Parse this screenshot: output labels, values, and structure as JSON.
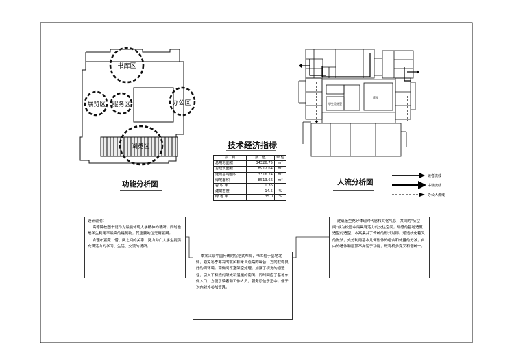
{
  "diagram": {
    "function_plan": {
      "title": "功能分析图",
      "zones": {
        "stack": "书库区",
        "exhibit": "展览区",
        "service": "服务区",
        "office": "办公区",
        "reading": "阅览区"
      }
    },
    "flow_plan": {
      "title": "人流分析图",
      "room_labels": [
        "庭院",
        "学生阅览室"
      ],
      "legend": [
        "读者流线",
        "书籍流线",
        "办公人流线"
      ]
    },
    "tech_table": {
      "title": "技术经济指标",
      "header": [
        "项　目",
        "数　值",
        "单 位"
      ],
      "rows": [
        [
          "总用地面积",
          "34326.75",
          "m²"
        ],
        [
          "总建筑面积",
          "8912.64",
          "m²"
        ],
        [
          "建筑基地面积",
          "3316.24",
          "m²"
        ],
        [
          "绿地面积",
          "8513.66",
          "m²"
        ],
        [
          "容 积 率",
          "0.36",
          ""
        ],
        [
          "建筑密度",
          "14.5",
          "%"
        ],
        [
          "绿 地 率",
          "35.0",
          "%"
        ]
      ]
    },
    "notes": {
      "left": "设计说明：\n    高等院校图书馆作为最能体现大学精神的场所，同时也是学生利用率最高的建筑物，其重要地位无庸置疑。\n    合理布置藏、借、阅之间的关系，努力为广大学生提供充满活力的学习、生活、交流的场所。",
      "middle": "    本案采取中国传统的院落式布局，书库位于基地北侧，避免冬季寒冷的北风和来自道路的噪音，方向取得良好的周环境。南侧阅览室架空处理，加强了视觉的通透性，引入了和煦的阳光和温暖的南风。同时回应了基地东侧入口，方便了读者和工作人员，服务厅位于正中，便于对内对外参加管理。",
      "right": "    建筑造型充分体现时代感和文化气息，共同的\"灰空间\"成为校园中最具有活力的交往空间，动感的基地造就造型的造型，本案集并了传统的形式对称。通透统化着又的做法，充分利用基本几何形体的组合和体量的分减，自由的墙体和层顶不拘泥于功能，既有机多变又和谐统一。"
    }
  }
}
